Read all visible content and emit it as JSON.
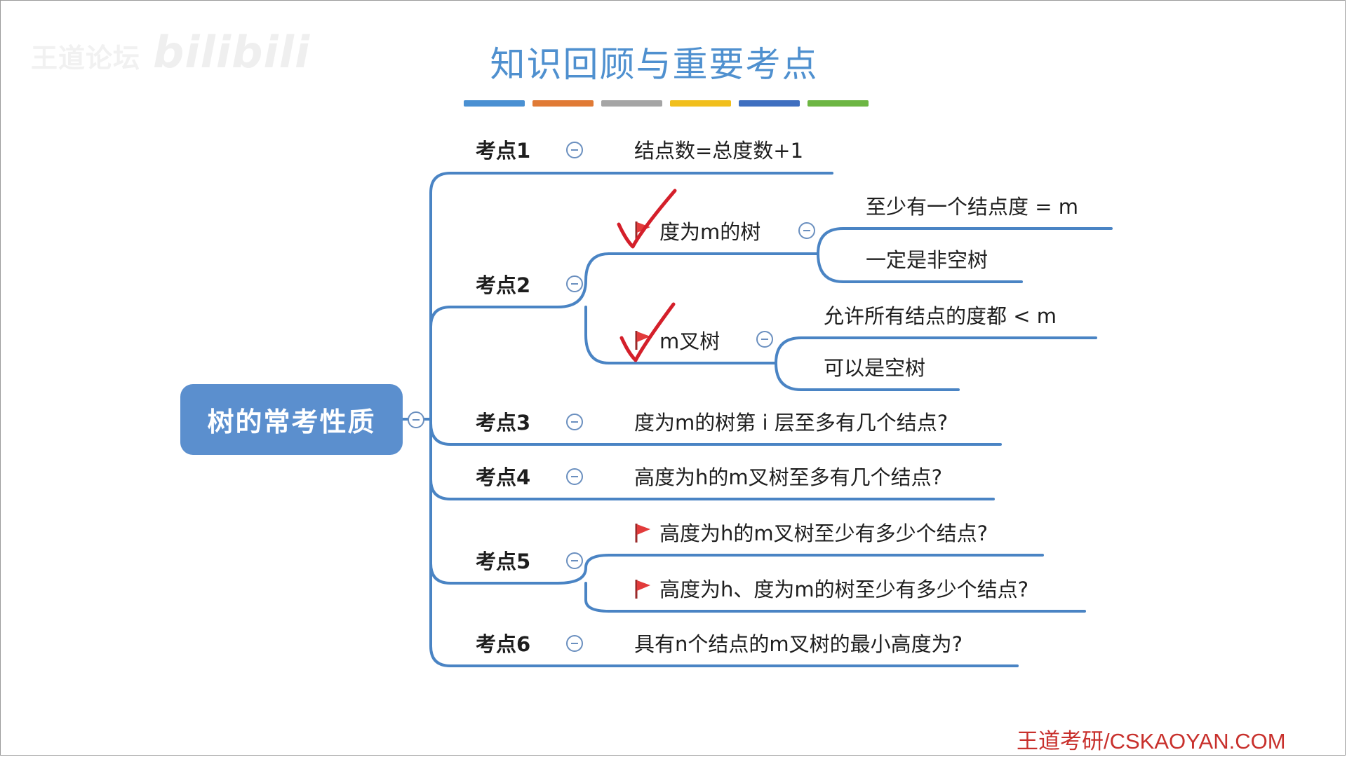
{
  "watermark": {
    "text": "王道论坛",
    "logo": "bilibili"
  },
  "title": "知识回顾与重要考点",
  "colors": {
    "title": "#4f90cf",
    "line": "#4a84c4",
    "root_bg": "#5b8fce",
    "footer": "#c8302c",
    "flag": "#e23b3b",
    "check": "#d41f2a",
    "title_bars": [
      "#4a90d2",
      "#e07a35",
      "#a5a5a5",
      "#f1bf1c",
      "#3f6fc0",
      "#6db643"
    ]
  },
  "mindmap": {
    "root": "树的常考性质",
    "points": [
      {
        "label": "考点1",
        "children": [
          {
            "text": "结点数=总度数+1"
          }
        ]
      },
      {
        "label": "考点2",
        "children": [
          {
            "text": "度为m的树",
            "flag": true,
            "checked": true,
            "children": [
              {
                "text": "至少有一个结点度 = m"
              },
              {
                "text": "一定是非空树"
              }
            ]
          },
          {
            "text": "m叉树",
            "flag": true,
            "checked": true,
            "children": [
              {
                "text": "允许所有结点的度都 < m"
              },
              {
                "text": "可以是空树"
              }
            ]
          }
        ]
      },
      {
        "label": "考点3",
        "children": [
          {
            "text": "度为m的树第 i 层至多有几个结点?"
          }
        ]
      },
      {
        "label": "考点4",
        "children": [
          {
            "text": "高度为h的m叉树至多有几个结点?"
          }
        ]
      },
      {
        "label": "考点5",
        "children": [
          {
            "text": "高度为h的m叉树至少有多少个结点?",
            "flag": true
          },
          {
            "text": "高度为h、度为m的树至少有多少个结点?",
            "flag": true
          }
        ]
      },
      {
        "label": "考点6",
        "children": [
          {
            "text": "具有n个结点的m叉树的最小高度为?"
          }
        ]
      }
    ]
  },
  "footer": "王道考研/CSKAOYAN.COM"
}
